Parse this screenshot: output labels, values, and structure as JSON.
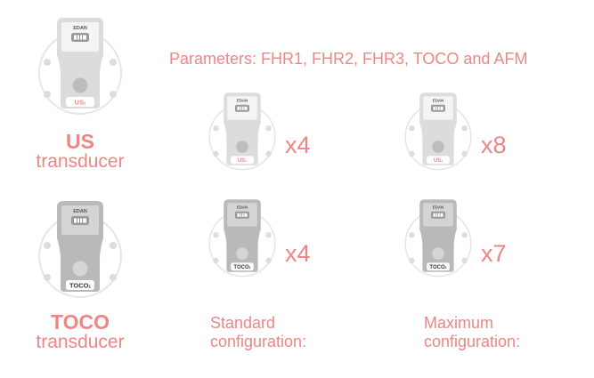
{
  "parameters_text": "Parameters: FHR1, FHR2, FHR3, TOCO and AFM",
  "brand": "EDAN",
  "us": {
    "title": "US",
    "subtitle": "transducer",
    "label": "US",
    "label_sub": "1"
  },
  "toco": {
    "title": "TOCO",
    "subtitle": "transducer",
    "label": "TOCO",
    "label_sub": "1"
  },
  "standard": {
    "line1": "Standard",
    "line2": "configuration:",
    "us_count": "x4",
    "toco_count": "x4"
  },
  "maximum": {
    "line1": "Maximum",
    "line2": "configuration:",
    "us_count": "x8",
    "toco_count": "x7"
  },
  "colors": {
    "accent": "#ef8585",
    "us_body": "#dcdcdc",
    "toco_body": "#b9b9b9",
    "ring": "#e6e6e6"
  }
}
